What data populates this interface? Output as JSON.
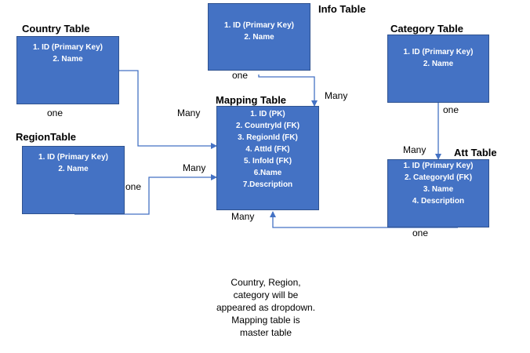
{
  "tables": {
    "country": {
      "title": "Country Table",
      "fields": [
        "1. ID (Primary Key)",
        "2. Name"
      ]
    },
    "region": {
      "title": "RegionTable",
      "fields": [
        "1. ID (Primary Key)",
        "2. Name"
      ]
    },
    "info": {
      "title": "Info Table",
      "fields": [
        "1. ID (Primary Key)",
        "2. Name"
      ]
    },
    "category": {
      "title": "Category Table",
      "fields": [
        "1. ID (Primary Key)",
        "2. Name"
      ]
    },
    "mapping": {
      "title": "Mapping Table",
      "fields": [
        "1. ID (PK)",
        "2. CountryId (FK)",
        "3. RegionId (FK)",
        "4. AttId (FK)",
        "5. InfoId (FK)",
        "6.Name",
        "7.Description"
      ]
    },
    "att": {
      "title": "Att Table",
      "fields": [
        "1. ID (Primary Key)",
        "2. CategoryId (FK)",
        "3. Name",
        "4. Description"
      ]
    }
  },
  "labels": {
    "country_one": "one",
    "country_many": "Many",
    "region_one": "one",
    "region_many": "Many",
    "info_one": "one",
    "info_many": "Many",
    "category_one": "one",
    "category_many": "Many",
    "att_one": "one",
    "att_many": "Many"
  },
  "note": [
    "Country, Region,",
    "category will be",
    "appeared as dropdown.",
    "Mapping table is",
    "master table"
  ],
  "colors": {
    "box_fill": "#4472C4",
    "box_border": "#2F528F",
    "connector": "#4472C4"
  }
}
